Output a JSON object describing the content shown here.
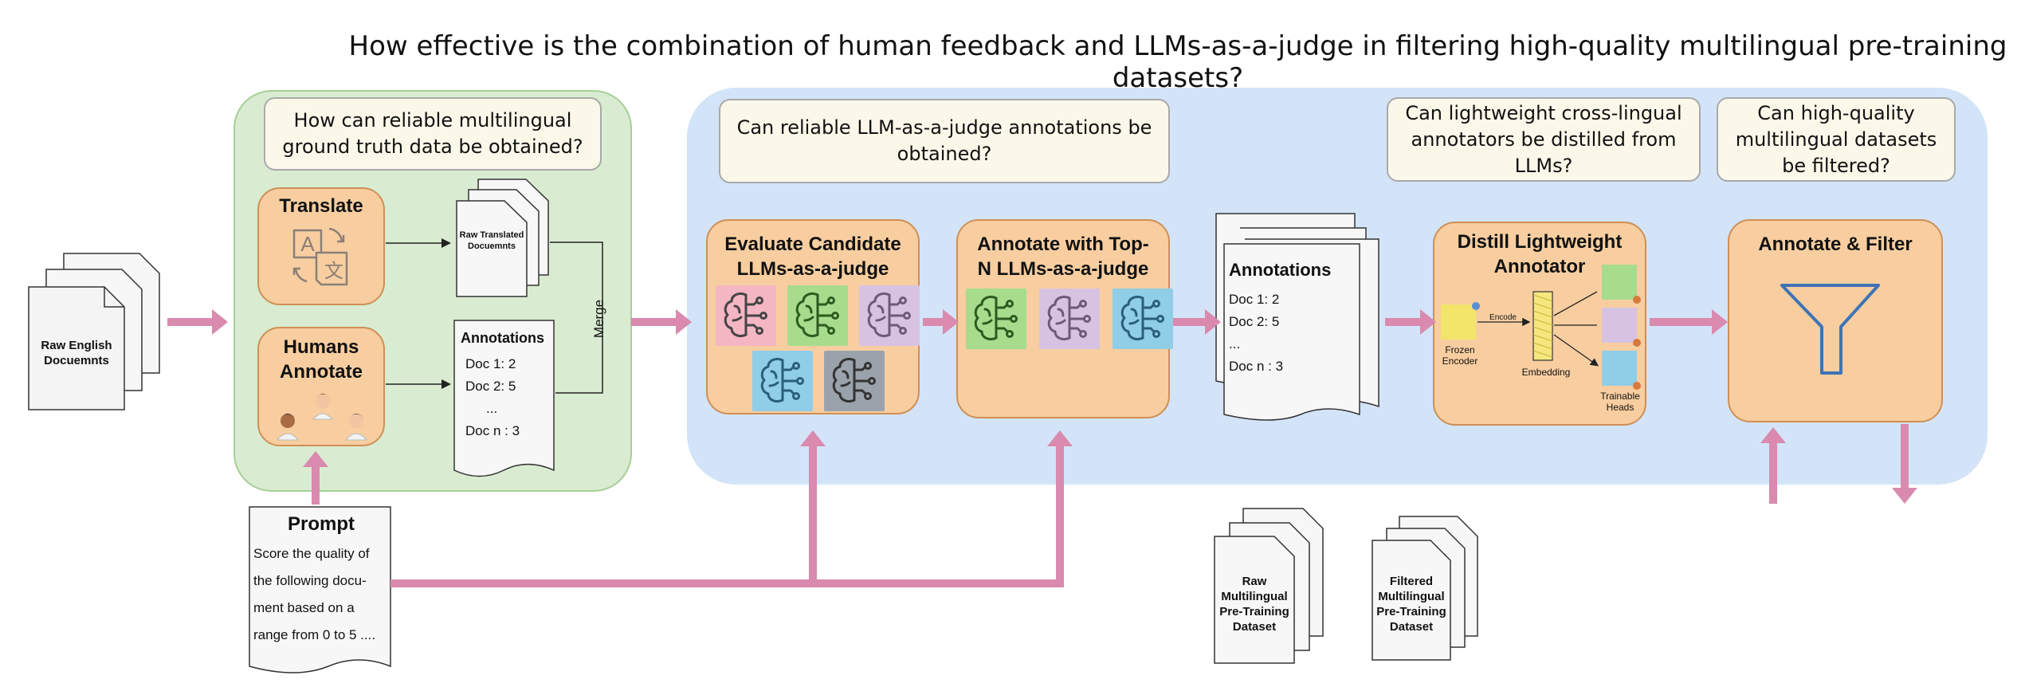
{
  "title": "How effective is the combination of human feedback  and LLMs-as-a-judge in filtering high-quality multilingual pre-training datasets?",
  "questions": {
    "ground_truth": "How can reliable multilingual ground truth data be obtained?",
    "llm_judge": "Can reliable LLM-as-a-judge annotations be obtained?",
    "distill": "Can lightweight cross-lingual annotators be distilled from LLMs?",
    "filter": "Can high-quality multilingual datasets be filtered?"
  },
  "docs": {
    "raw_english": "Raw English Docuemnts",
    "raw_translated": "Raw Translated Docuemnts",
    "raw_multilingual": "Raw Multilingual Pre-Training Dataset",
    "filtered_multilingual": "Filtered Multilingual Pre-Training Dataset"
  },
  "steps": {
    "translate": "Translate",
    "humans_annotate": "Humans Annotate",
    "merge": "Merge",
    "evaluate": "Evaluate Candidate LLMs-as-a-judge",
    "annotate_topn": "Annotate with Top-N LLMs-as-a-judge",
    "distill": "Distill Lightweight Annotator",
    "annotate_filter": "Annotate & Filter"
  },
  "annotations_small": {
    "title": "Annotations",
    "rows": [
      "Doc 1:    2",
      "Doc 2:    5",
      "...",
      "Doc n :    3"
    ]
  },
  "annotations_large": {
    "title": "Annotations",
    "rows": [
      "Doc 1:    2",
      "Doc 2:    5",
      "...",
      "Doc n :    3"
    ]
  },
  "prompt": {
    "title": "Prompt",
    "lines": [
      "Score the quality of",
      "the following docu-",
      "ment based on a",
      "range from 0 to 5 ...."
    ]
  },
  "distill_labels": {
    "frozen_encoder": "Frozen Encoder",
    "encode": "Encode",
    "embedding": "Embedding",
    "trainable_heads": "Trainable Heads"
  },
  "colors": {
    "arrow": "#d98aae",
    "tile_pink": "#f4b6c3",
    "tile_green": "#a6dc8c",
    "tile_purple": "#d8c2e2",
    "tile_blue": "#90cde6",
    "tile_gray": "#9aa3ab"
  }
}
